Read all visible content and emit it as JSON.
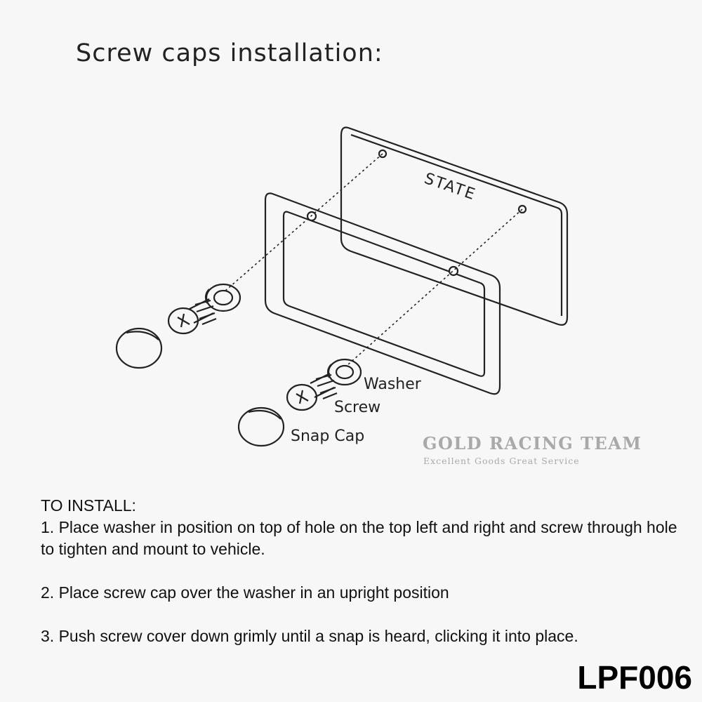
{
  "heading": "Screw caps installation:",
  "diagram": {
    "plate_text": "STATE",
    "labels": {
      "washer": "Washer",
      "screw": "Screw",
      "snap_cap": "Snap Cap"
    }
  },
  "brand": {
    "name": "GOLD RACING TEAM",
    "tagline": "Excellent Goods Great Service"
  },
  "instructions": {
    "heading": "TO INSTALL:",
    "steps": [
      "1. Place washer in position on top of hole on the top left and right and screw through hole to tighten and mount to vehicle.",
      "2. Place screw cap over the washer in an upright position",
      "3. Push screw cover down grimly until a snap is heard, clicking it into place."
    ]
  },
  "product_code": "LPF006"
}
